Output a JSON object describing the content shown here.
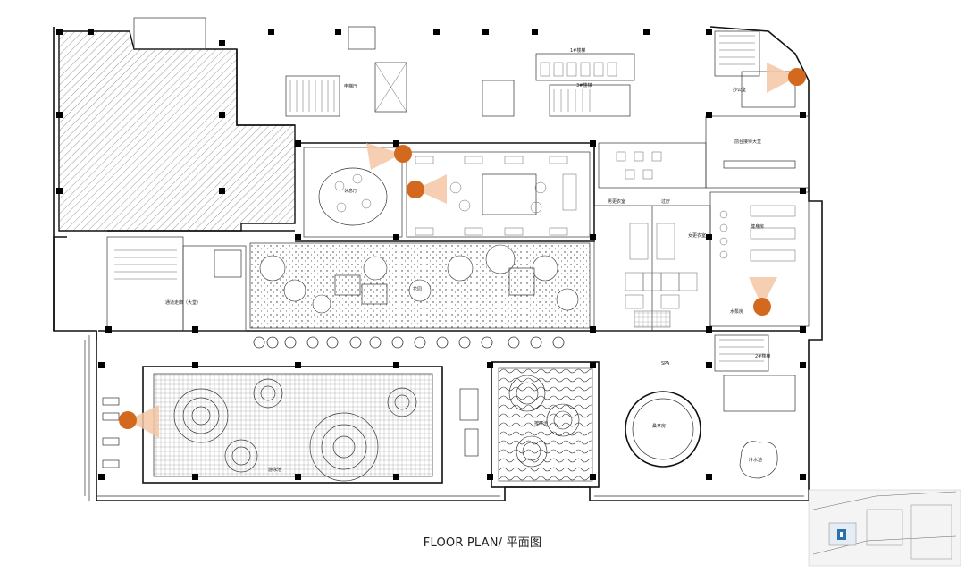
{
  "caption": "FLOOR PLAN/ 平面图",
  "rooms": {
    "pool": "游泳池",
    "hot_tub": "按摩池",
    "plunge_pool": "冷水池",
    "sauna": "桑拿房",
    "spa": "SPA",
    "gym": "健身房",
    "garden": "花园",
    "lounge": "休息厅",
    "service_desk": "前台接待大堂",
    "corridor": "通道走廊（大堂）",
    "mens_locker": "男更衣室",
    "womens_locker": "女更衣室",
    "lobby": "过厅",
    "stair_1": "1#楼梯",
    "stair_2": "2#楼梯",
    "stair_3": "3#楼梯",
    "office": "办公室",
    "storage": "水泵房",
    "elevator": "电梯厅"
  },
  "colors": {
    "camera": "#d2691e",
    "cone": "#f4c7a4",
    "wall": "#111111"
  },
  "cameras": [
    {
      "name": "camera-1",
      "icon": "camera-viewpoint-icon"
    },
    {
      "name": "camera-2",
      "icon": "camera-viewpoint-icon"
    },
    {
      "name": "camera-3",
      "icon": "camera-viewpoint-icon"
    },
    {
      "name": "camera-4",
      "icon": "camera-viewpoint-icon"
    },
    {
      "name": "camera-5",
      "icon": "camera-viewpoint-icon"
    }
  ],
  "key_plan": {
    "icon": "location-marker-icon"
  }
}
